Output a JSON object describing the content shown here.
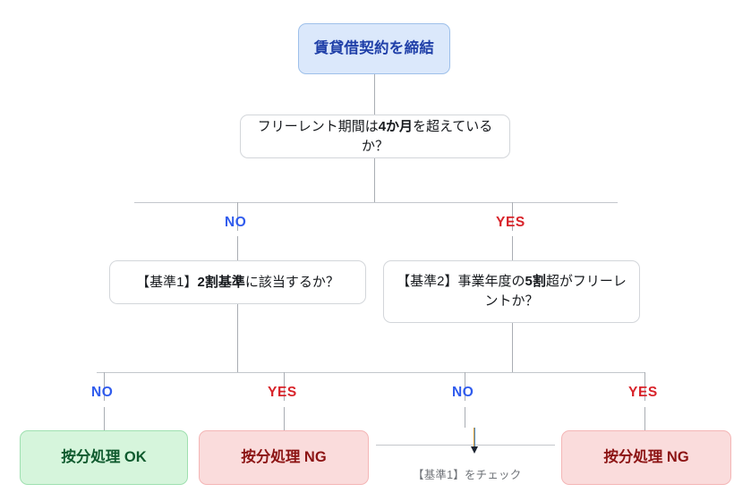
{
  "diagram": {
    "title_node": {
      "label": "賃貸借契約を締結"
    },
    "decision_top": {
      "text_before": "フリーレント期間は",
      "text_bold": "4か月",
      "text_after": "を超えているか？"
    },
    "branch_labels_level1": {
      "no": "NO",
      "yes": "YES"
    },
    "decision_left": {
      "prefix": "【基準1】",
      "bold": "2割基準",
      "suffix": "に該当するか？"
    },
    "decision_right": {
      "prefix": "【基準2】事業年度の",
      "bold": "5割",
      "suffix": "超がフリーレントか？"
    },
    "branch_labels_level2": {
      "left_no": "NO",
      "left_yes": "YES",
      "right_no": "NO",
      "right_yes": "YES"
    },
    "results": {
      "ok": "按分処理 OK",
      "ng_left": "按分処理 NG",
      "ng_right": "按分処理 NG"
    },
    "annotation": {
      "text": "【基準1】をチェック",
      "arrow_icon": "down-arrow-icon"
    },
    "colors": {
      "start_fill": "#dbe8fb",
      "start_border": "#9ec0ea",
      "start_text": "#1f3fa8",
      "ok_fill": "#d6f5dc",
      "ok_border": "#9fe0b0",
      "ok_text": "#0f5a2e",
      "ng_fill": "#fadcdc",
      "ng_border": "#f4b6b6",
      "ng_text": "#8c1414",
      "no_label": "#2f5bed",
      "yes_label": "#d8232a",
      "connector": "#c3c7cc",
      "annotation_text": "#6f7378"
    }
  }
}
